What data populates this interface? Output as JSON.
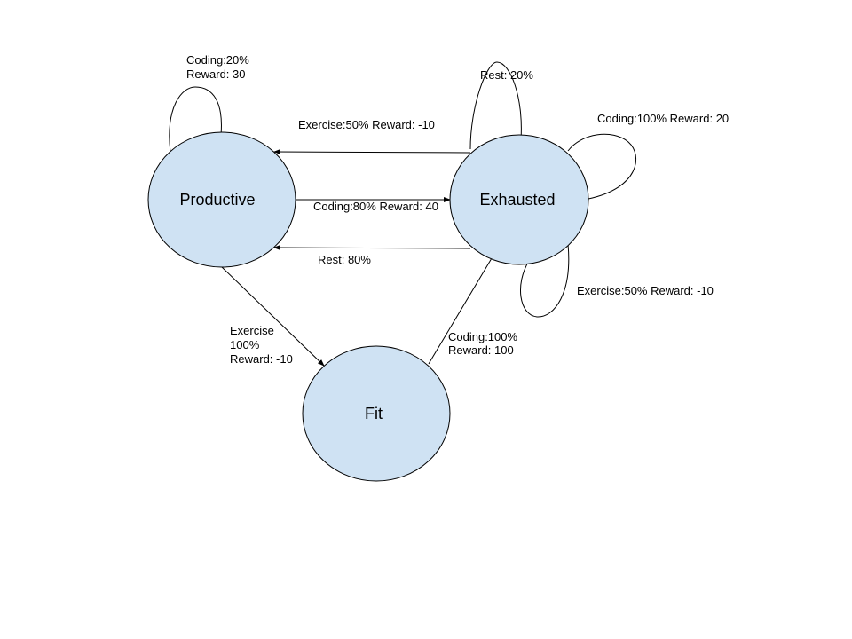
{
  "colors": {
    "state_fill": "#cfe2f3",
    "stroke": "#000000",
    "background": "#ffffff"
  },
  "states": {
    "productive": "Productive",
    "exhausted": "Exhausted",
    "fit": "Fit"
  },
  "transitions": {
    "productive_self": [
      "Coding:20%",
      "Reward: 30"
    ],
    "exhausted_to_productive_exercise": "Exercise:50% Reward: -10",
    "productive_to_exhausted_coding": "Coding:80% Reward: 40",
    "exhausted_to_productive_rest": "Rest: 80%",
    "exhausted_self_rest": "Rest: 20%",
    "exhausted_self_coding": "Coding:100% Reward: 20",
    "exhausted_self_exercise": "Exercise:50% Reward: -10",
    "productive_to_fit": [
      "Exercise",
      "100%",
      "Reward: -10"
    ],
    "fit_to_exhausted": [
      "Coding:100%",
      "Reward: 100"
    ]
  }
}
